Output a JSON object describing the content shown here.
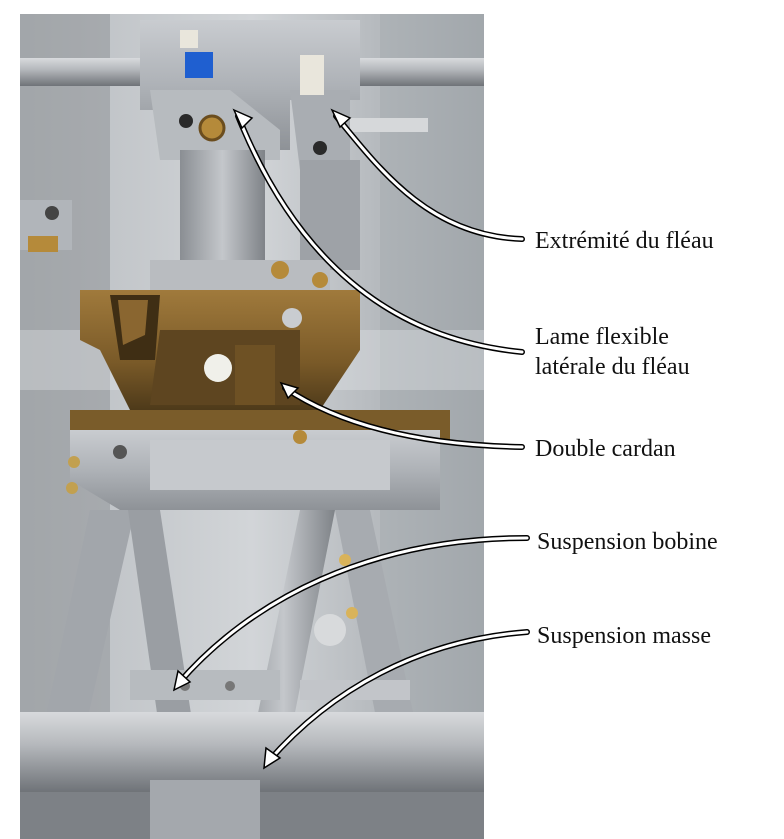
{
  "labels": {
    "extremite_fleau": "Extrémité du fléau",
    "lame_flexible_line1": "Lame flexible",
    "lame_flexible_line2": "latérale du fléau",
    "double_cardan": "Double cardan",
    "suspension_bobine": "Suspension bobine",
    "suspension_masse": "Suspension masse"
  },
  "colors": {
    "label_text": "#111111",
    "arrow": "#ffffff",
    "arrow_outline": "#000000",
    "background": "#ffffff"
  }
}
